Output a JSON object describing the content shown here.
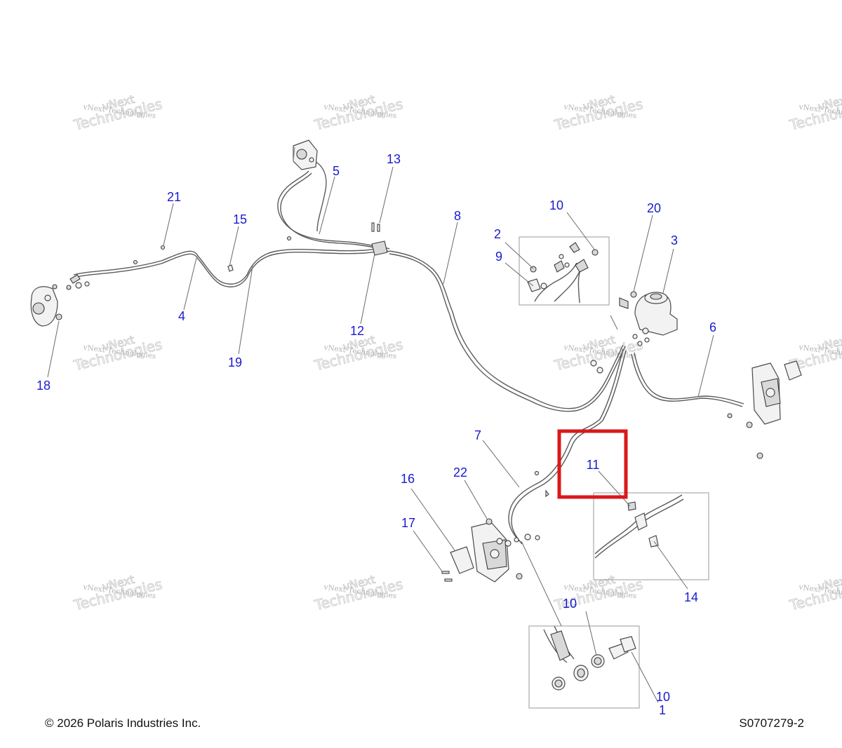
{
  "watermark": {
    "line1": "vNext Technologies",
    "line2": "Technologies",
    "line2_prefix": "vNext"
  },
  "callouts": [
    "1",
    "2",
    "3",
    "4",
    "5",
    "6",
    "7",
    "8",
    "9",
    "10",
    "10",
    "10",
    "11",
    "12",
    "13",
    "14",
    "15",
    "16",
    "17",
    "18",
    "19",
    "20",
    "21",
    "22"
  ],
  "highlight": {
    "label": "11",
    "color": "#d9181b"
  },
  "colors": {
    "callout": "#1a1ad0",
    "highlight": "#d9181b"
  },
  "footer": {
    "copyright": "© 2026 Polaris Industries Inc.",
    "figure_id": "S0707279-2"
  }
}
